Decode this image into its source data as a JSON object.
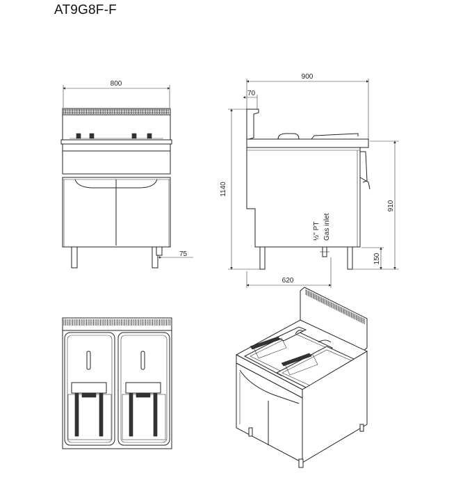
{
  "title": "AT9G8F-F",
  "dimensions": {
    "width_front": "800",
    "depth_total": "900",
    "backsplash": "70",
    "height_total": "1140",
    "work_height": "910",
    "leg_offset": "75",
    "leg_height": "150",
    "gas_depth": "620"
  },
  "gas_label": {
    "line1": "½\" PT",
    "line2": "Gas inlet"
  },
  "colors": {
    "line": "#222222",
    "background": "#ffffff"
  }
}
